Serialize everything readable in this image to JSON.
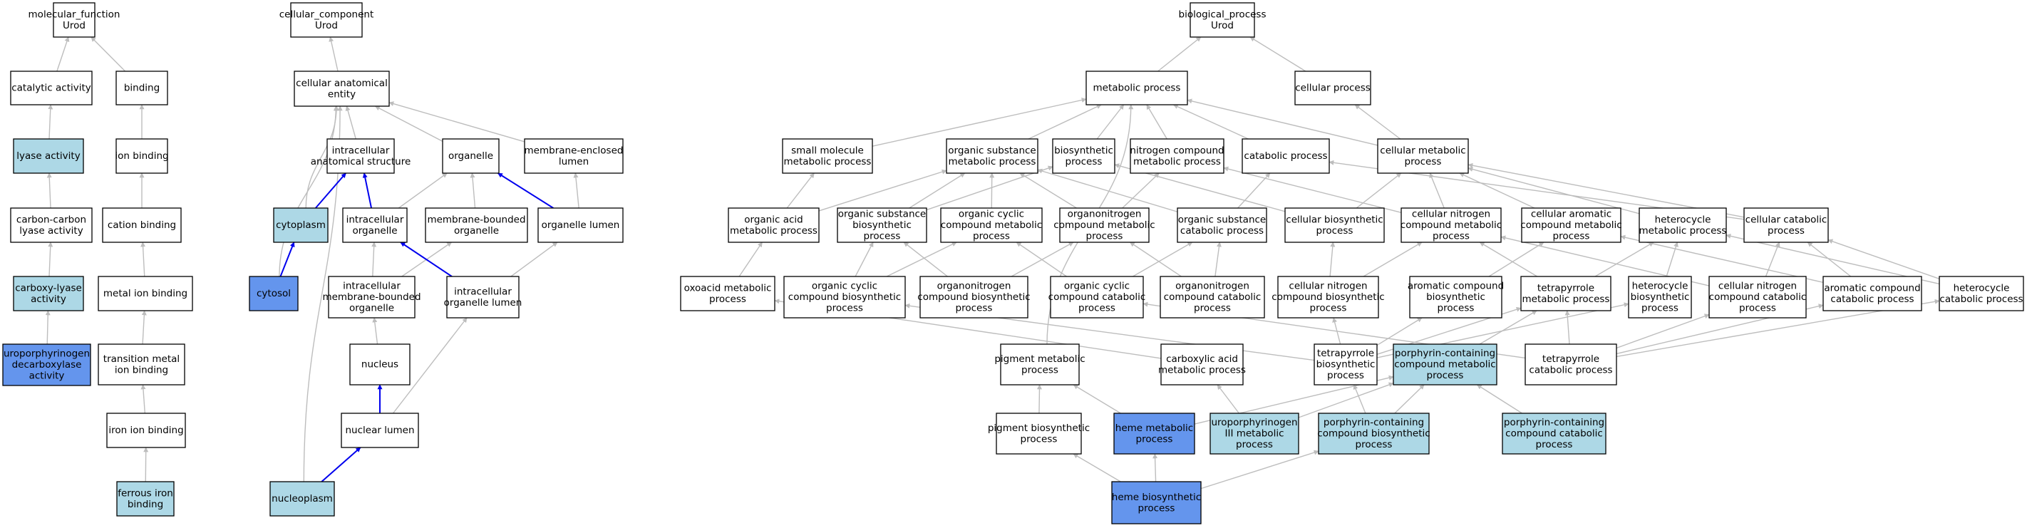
{
  "colors": {
    "plain": "#ffffff",
    "highlight_light": "#add8e6",
    "highlight_strong": "#6495ed",
    "edge_gray": "#bdbdbd",
    "edge_blue": "#0000ee"
  },
  "nodes": [
    {
      "id": "mf_root",
      "lines": [
        "molecular_function",
        "Urod"
      ],
      "style": "plain"
    },
    {
      "id": "catalytic",
      "lines": [
        "catalytic activity"
      ],
      "style": "plain"
    },
    {
      "id": "binding",
      "lines": [
        "binding"
      ],
      "style": "plain"
    },
    {
      "id": "lyase",
      "lines": [
        "lyase activity"
      ],
      "style": "light"
    },
    {
      "id": "ion_binding",
      "lines": [
        "ion binding"
      ],
      "style": "plain"
    },
    {
      "id": "cc_lyase",
      "lines": [
        "carbon-carbon",
        "lyase activity"
      ],
      "style": "plain"
    },
    {
      "id": "cation_binding",
      "lines": [
        "cation binding"
      ],
      "style": "plain"
    },
    {
      "id": "carboxy_lyase",
      "lines": [
        "carboxy-lyase",
        "activity"
      ],
      "style": "light"
    },
    {
      "id": "metal_ion",
      "lines": [
        "metal ion binding"
      ],
      "style": "plain"
    },
    {
      "id": "urod_act",
      "lines": [
        "uroporphyrinogen",
        "decarboxylase",
        "activity"
      ],
      "style": "strong"
    },
    {
      "id": "transition_metal",
      "lines": [
        "transition metal",
        "ion binding"
      ],
      "style": "plain"
    },
    {
      "id": "iron_ion",
      "lines": [
        "iron ion binding"
      ],
      "style": "plain"
    },
    {
      "id": "ferrous_iron",
      "lines": [
        "ferrous iron",
        "binding"
      ],
      "style": "light"
    },
    {
      "id": "cc_root",
      "lines": [
        "cellular_component",
        "Urod"
      ],
      "style": "plain"
    },
    {
      "id": "cae",
      "lines": [
        "cellular anatomical",
        "entity"
      ],
      "style": "plain"
    },
    {
      "id": "ias",
      "lines": [
        "intracellular",
        "anatomical structure"
      ],
      "style": "plain"
    },
    {
      "id": "organelle",
      "lines": [
        "organelle"
      ],
      "style": "plain"
    },
    {
      "id": "mel",
      "lines": [
        "membrane-enclosed",
        "lumen"
      ],
      "style": "plain"
    },
    {
      "id": "cytoplasm",
      "lines": [
        "cytoplasm"
      ],
      "style": "light"
    },
    {
      "id": "intra_org",
      "lines": [
        "intracellular",
        "organelle"
      ],
      "style": "plain"
    },
    {
      "id": "mbo",
      "lines": [
        "membrane-bounded",
        "organelle"
      ],
      "style": "plain"
    },
    {
      "id": "org_lumen",
      "lines": [
        "organelle lumen"
      ],
      "style": "plain"
    },
    {
      "id": "cytosol",
      "lines": [
        "cytosol"
      ],
      "style": "strong"
    },
    {
      "id": "imbo",
      "lines": [
        "intracellular",
        "membrane-bounded",
        "organelle"
      ],
      "style": "plain"
    },
    {
      "id": "iol",
      "lines": [
        "intracellular",
        "organelle lumen"
      ],
      "style": "plain"
    },
    {
      "id": "nucleus",
      "lines": [
        "nucleus"
      ],
      "style": "plain"
    },
    {
      "id": "nuclear_lumen",
      "lines": [
        "nuclear lumen"
      ],
      "style": "plain"
    },
    {
      "id": "nucleoplasm",
      "lines": [
        "nucleoplasm"
      ],
      "style": "light"
    },
    {
      "id": "bp_root",
      "lines": [
        "biological_process",
        "Urod"
      ],
      "style": "plain"
    },
    {
      "id": "metabolic",
      "lines": [
        "metabolic process"
      ],
      "style": "plain"
    },
    {
      "id": "cellular_proc",
      "lines": [
        "cellular process"
      ],
      "style": "plain"
    },
    {
      "id": "smmp",
      "lines": [
        "small molecule",
        "metabolic process"
      ],
      "style": "plain"
    },
    {
      "id": "osmp",
      "lines": [
        "organic substance",
        "metabolic process"
      ],
      "style": "plain"
    },
    {
      "id": "biosynthetic",
      "lines": [
        "biosynthetic",
        "process"
      ],
      "style": "plain"
    },
    {
      "id": "ncmp",
      "lines": [
        "nitrogen compound",
        "metabolic process"
      ],
      "style": "plain"
    },
    {
      "id": "catabolic",
      "lines": [
        "catabolic process"
      ],
      "style": "plain"
    },
    {
      "id": "cmp",
      "lines": [
        "cellular metabolic",
        "process"
      ],
      "style": "plain"
    },
    {
      "id": "oamp",
      "lines": [
        "organic acid",
        "metabolic process"
      ],
      "style": "plain"
    },
    {
      "id": "osbp",
      "lines": [
        "organic substance",
        "biosynthetic",
        "process"
      ],
      "style": "plain"
    },
    {
      "id": "occmp",
      "lines": [
        "organic cyclic",
        "compound metabolic",
        "process"
      ],
      "style": "plain"
    },
    {
      "id": "onmp",
      "lines": [
        "organonitrogen",
        "compound metabolic",
        "process"
      ],
      "style": "plain"
    },
    {
      "id": "oscp",
      "lines": [
        "organic substance",
        "catabolic process"
      ],
      "style": "plain"
    },
    {
      "id": "cbp",
      "lines": [
        "cellular biosynthetic",
        "process"
      ],
      "style": "plain"
    },
    {
      "id": "cncmp",
      "lines": [
        "cellular nitrogen",
        "compound metabolic",
        "process"
      ],
      "style": "plain"
    },
    {
      "id": "cacmp",
      "lines": [
        "cellular aromatic",
        "compound metabolic",
        "process"
      ],
      "style": "plain"
    },
    {
      "id": "hmp",
      "lines": [
        "heterocycle",
        "metabolic process"
      ],
      "style": "plain"
    },
    {
      "id": "ccp",
      "lines": [
        "cellular catabolic",
        "process"
      ],
      "style": "plain"
    },
    {
      "id": "oxoacid",
      "lines": [
        "oxoacid metabolic",
        "process"
      ],
      "style": "plain"
    },
    {
      "id": "occbp",
      "lines": [
        "organic cyclic",
        "compound biosynthetic",
        "process"
      ],
      "style": "plain"
    },
    {
      "id": "oncbp",
      "lines": [
        "organonitrogen",
        "compound biosynthetic",
        "process"
      ],
      "style": "plain"
    },
    {
      "id": "occcp",
      "lines": [
        "organic cyclic",
        "compound catabolic",
        "process"
      ],
      "style": "plain"
    },
    {
      "id": "onccp",
      "lines": [
        "organonitrogen",
        "compound catabolic",
        "process"
      ],
      "style": "plain"
    },
    {
      "id": "cncbp",
      "lines": [
        "cellular nitrogen",
        "compound biosynthetic",
        "process"
      ],
      "style": "plain"
    },
    {
      "id": "acbp",
      "lines": [
        "aromatic compound",
        "biosynthetic",
        "process"
      ],
      "style": "plain"
    },
    {
      "id": "tmp",
      "lines": [
        "tetrapyrrole",
        "metabolic process"
      ],
      "style": "plain"
    },
    {
      "id": "hbp",
      "lines": [
        "heterocycle",
        "biosynthetic",
        "process"
      ],
      "style": "plain"
    },
    {
      "id": "cnccp",
      "lines": [
        "cellular nitrogen",
        "compound catabolic",
        "process"
      ],
      "style": "plain"
    },
    {
      "id": "accp",
      "lines": [
        "aromatic compound",
        "catabolic process"
      ],
      "style": "plain"
    },
    {
      "id": "hcp",
      "lines": [
        "heterocycle",
        "catabolic process"
      ],
      "style": "plain"
    },
    {
      "id": "pigment_mp",
      "lines": [
        "pigment metabolic",
        "process"
      ],
      "style": "plain"
    },
    {
      "id": "camp",
      "lines": [
        "carboxylic acid",
        "metabolic process"
      ],
      "style": "plain"
    },
    {
      "id": "tbp",
      "lines": [
        "tetrapyrrole",
        "biosynthetic",
        "process"
      ],
      "style": "plain"
    },
    {
      "id": "pcmp",
      "lines": [
        "porphyrin-containing",
        "compound metabolic",
        "process"
      ],
      "style": "light"
    },
    {
      "id": "tcp",
      "lines": [
        "tetrapyrrole",
        "catabolic process"
      ],
      "style": "plain"
    },
    {
      "id": "pigment_bp",
      "lines": [
        "pigment biosynthetic",
        "process"
      ],
      "style": "plain"
    },
    {
      "id": "heme_mp",
      "lines": [
        "heme metabolic",
        "process"
      ],
      "style": "strong"
    },
    {
      "id": "uro3",
      "lines": [
        "uroporphyrinogen",
        "III metabolic",
        "process"
      ],
      "style": "light"
    },
    {
      "id": "pcbp",
      "lines": [
        "porphyrin-containing",
        "compound biosynthetic",
        "process"
      ],
      "style": "light"
    },
    {
      "id": "pccp",
      "lines": [
        "porphyrin-containing",
        "compound catabolic",
        "process"
      ],
      "style": "light"
    },
    {
      "id": "heme_bp",
      "lines": [
        "heme biosynthetic",
        "process"
      ],
      "style": "strong"
    }
  ],
  "edges": [
    {
      "from": "catalytic",
      "to": "mf_root",
      "color": "gray"
    },
    {
      "from": "binding",
      "to": "mf_root",
      "color": "gray"
    },
    {
      "from": "lyase",
      "to": "catalytic",
      "color": "gray"
    },
    {
      "from": "ion_binding",
      "to": "binding",
      "color": "gray"
    },
    {
      "from": "cc_lyase",
      "to": "lyase",
      "color": "gray"
    },
    {
      "from": "cation_binding",
      "to": "ion_binding",
      "color": "gray"
    },
    {
      "from": "carboxy_lyase",
      "to": "cc_lyase",
      "color": "gray"
    },
    {
      "from": "metal_ion",
      "to": "cation_binding",
      "color": "gray"
    },
    {
      "from": "urod_act",
      "to": "carboxy_lyase",
      "color": "gray"
    },
    {
      "from": "transition_metal",
      "to": "metal_ion",
      "color": "gray"
    },
    {
      "from": "iron_ion",
      "to": "transition_metal",
      "color": "gray"
    },
    {
      "from": "ferrous_iron",
      "to": "iron_ion",
      "color": "gray"
    },
    {
      "from": "cae",
      "to": "cc_root",
      "color": "gray"
    },
    {
      "from": "ias",
      "to": "cae",
      "color": "gray"
    },
    {
      "from": "organelle",
      "to": "cae",
      "color": "gray"
    },
    {
      "from": "mel",
      "to": "cae",
      "color": "gray"
    },
    {
      "from": "cytoplasm",
      "to": "cae",
      "color": "gray"
    },
    {
      "from": "cytosol",
      "to": "cae",
      "color": "gray"
    },
    {
      "from": "nucleoplasm",
      "to": "cae",
      "color": "gray"
    },
    {
      "from": "cytoplasm",
      "to": "ias",
      "color": "blue"
    },
    {
      "from": "intra_org",
      "to": "ias",
      "color": "blue"
    },
    {
      "from": "intra_org",
      "to": "organelle",
      "color": "gray"
    },
    {
      "from": "mbo",
      "to": "organelle",
      "color": "gray"
    },
    {
      "from": "org_lumen",
      "to": "organelle",
      "color": "blue"
    },
    {
      "from": "org_lumen",
      "to": "mel",
      "color": "gray"
    },
    {
      "from": "cytosol",
      "to": "cytoplasm",
      "color": "blue"
    },
    {
      "from": "imbo",
      "to": "intra_org",
      "color": "gray"
    },
    {
      "from": "imbo",
      "to": "mbo",
      "color": "gray"
    },
    {
      "from": "iol",
      "to": "intra_org",
      "color": "blue"
    },
    {
      "from": "iol",
      "to": "org_lumen",
      "color": "gray"
    },
    {
      "from": "nucleus",
      "to": "imbo",
      "color": "gray"
    },
    {
      "from": "nuclear_lumen",
      "to": "nucleus",
      "color": "blue"
    },
    {
      "from": "nuclear_lumen",
      "to": "iol",
      "color": "gray"
    },
    {
      "from": "nucleoplasm",
      "to": "nuclear_lumen",
      "color": "blue"
    },
    {
      "from": "metabolic",
      "to": "bp_root",
      "color": "gray"
    },
    {
      "from": "cellular_proc",
      "to": "bp_root",
      "color": "gray"
    },
    {
      "from": "smmp",
      "to": "metabolic",
      "color": "gray"
    },
    {
      "from": "osmp",
      "to": "metabolic",
      "color": "gray"
    },
    {
      "from": "biosynthetic",
      "to": "metabolic",
      "color": "gray"
    },
    {
      "from": "ncmp",
      "to": "metabolic",
      "color": "gray"
    },
    {
      "from": "catabolic",
      "to": "metabolic",
      "color": "gray"
    },
    {
      "from": "cmp",
      "to": "metabolic",
      "color": "gray"
    },
    {
      "from": "cmp",
      "to": "cellular_proc",
      "color": "gray"
    },
    {
      "from": "pigment_mp",
      "to": "metabolic",
      "color": "gray"
    },
    {
      "from": "oamp",
      "to": "smmp",
      "color": "gray"
    },
    {
      "from": "oamp",
      "to": "osmp",
      "color": "gray"
    },
    {
      "from": "osbp",
      "to": "osmp",
      "color": "gray"
    },
    {
      "from": "osbp",
      "to": "biosynthetic",
      "color": "gray"
    },
    {
      "from": "occmp",
      "to": "osmp",
      "color": "gray"
    },
    {
      "from": "onmp",
      "to": "osmp",
      "color": "gray"
    },
    {
      "from": "onmp",
      "to": "ncmp",
      "color": "gray"
    },
    {
      "from": "oscp",
      "to": "osmp",
      "color": "gray"
    },
    {
      "from": "oscp",
      "to": "catabolic",
      "color": "gray"
    },
    {
      "from": "cbp",
      "to": "biosynthetic",
      "color": "gray"
    },
    {
      "from": "cbp",
      "to": "cmp",
      "color": "gray"
    },
    {
      "from": "cncmp",
      "to": "ncmp",
      "color": "gray"
    },
    {
      "from": "cncmp",
      "to": "cmp",
      "color": "gray"
    },
    {
      "from": "cacmp",
      "to": "cmp",
      "color": "gray"
    },
    {
      "from": "hmp",
      "to": "cmp",
      "color": "gray"
    },
    {
      "from": "ccp",
      "to": "cmp",
      "color": "gray"
    },
    {
      "from": "ccp",
      "to": "catabolic",
      "color": "gray"
    },
    {
      "from": "oxoacid",
      "to": "oamp",
      "color": "gray"
    },
    {
      "from": "occbp",
      "to": "occmp",
      "color": "gray"
    },
    {
      "from": "occbp",
      "to": "osbp",
      "color": "gray"
    },
    {
      "from": "oncbp",
      "to": "onmp",
      "color": "gray"
    },
    {
      "from": "oncbp",
      "to": "osbp",
      "color": "gray"
    },
    {
      "from": "occcp",
      "to": "occmp",
      "color": "gray"
    },
    {
      "from": "occcp",
      "to": "oscp",
      "color": "gray"
    },
    {
      "from": "onccp",
      "to": "onmp",
      "color": "gray"
    },
    {
      "from": "onccp",
      "to": "oscp",
      "color": "gray"
    },
    {
      "from": "cncbp",
      "to": "cbp",
      "color": "gray"
    },
    {
      "from": "cncbp",
      "to": "cncmp",
      "color": "gray"
    },
    {
      "from": "acbp",
      "to": "cacmp",
      "color": "gray"
    },
    {
      "from": "tmp",
      "to": "cncmp",
      "color": "gray"
    },
    {
      "from": "tmp",
      "to": "hmp",
      "color": "gray"
    },
    {
      "from": "hbp",
      "to": "hmp",
      "color": "gray"
    },
    {
      "from": "cnccp",
      "to": "cncmp",
      "color": "gray"
    },
    {
      "from": "cnccp",
      "to": "ccp",
      "color": "gray"
    },
    {
      "from": "accp",
      "to": "cacmp",
      "color": "gray"
    },
    {
      "from": "accp",
      "to": "ccp",
      "color": "gray"
    },
    {
      "from": "hcp",
      "to": "hmp",
      "color": "gray"
    },
    {
      "from": "hcp",
      "to": "ccp",
      "color": "gray"
    },
    {
      "from": "camp",
      "to": "oxoacid",
      "color": "gray"
    },
    {
      "from": "tbp",
      "to": "tmp",
      "color": "gray"
    },
    {
      "from": "tbp",
      "to": "occbp",
      "color": "gray"
    },
    {
      "from": "tbp",
      "to": "cncbp",
      "color": "gray"
    },
    {
      "from": "tbp",
      "to": "acbp",
      "color": "gray"
    },
    {
      "from": "tbp",
      "to": "hbp",
      "color": "gray"
    },
    {
      "from": "pcmp",
      "to": "tmp",
      "color": "gray"
    },
    {
      "from": "tcp",
      "to": "tmp",
      "color": "gray"
    },
    {
      "from": "tcp",
      "to": "occcp",
      "color": "gray"
    },
    {
      "from": "tcp",
      "to": "cnccp",
      "color": "gray"
    },
    {
      "from": "tcp",
      "to": "accp",
      "color": "gray"
    },
    {
      "from": "tcp",
      "to": "hcp",
      "color": "gray"
    },
    {
      "from": "pigment_bp",
      "to": "pigment_mp",
      "color": "gray"
    },
    {
      "from": "heme_mp",
      "to": "pigment_mp",
      "color": "gray"
    },
    {
      "from": "heme_mp",
      "to": "pcmp",
      "color": "gray"
    },
    {
      "from": "uro3",
      "to": "camp",
      "color": "gray"
    },
    {
      "from": "uro3",
      "to": "pcmp",
      "color": "gray"
    },
    {
      "from": "pcbp",
      "to": "pcmp",
      "color": "gray"
    },
    {
      "from": "pcbp",
      "to": "tbp",
      "color": "gray"
    },
    {
      "from": "pccp",
      "to": "pcmp",
      "color": "gray"
    },
    {
      "from": "heme_bp",
      "to": "pigment_bp",
      "color": "gray"
    },
    {
      "from": "heme_bp",
      "to": "heme_mp",
      "color": "gray"
    },
    {
      "from": "heme_bp",
      "to": "pcbp",
      "color": "gray"
    }
  ]
}
